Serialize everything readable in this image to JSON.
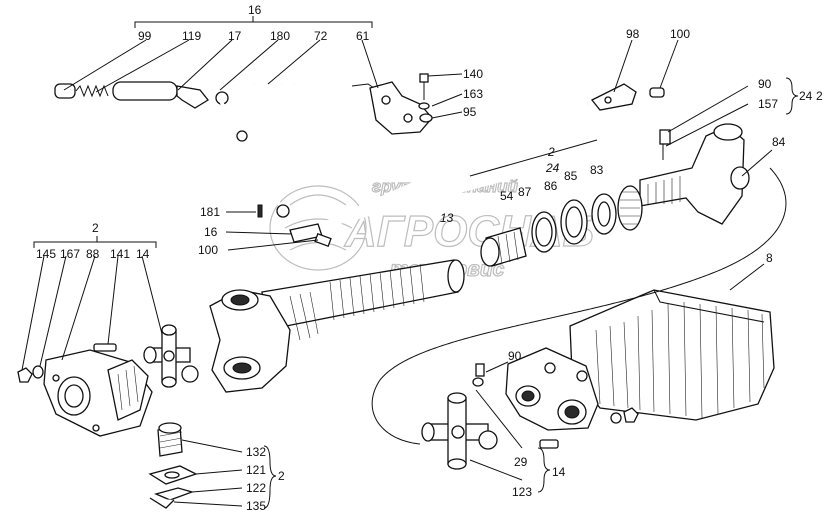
{
  "watermark": {
    "line1": "группа компаний",
    "line2": "АГРОСНАБ",
    "line3": "техсервис"
  },
  "labels": {
    "l16_top": "16",
    "l99": "99",
    "l119": "119",
    "l17": "17",
    "l180": "180",
    "l72": "72",
    "l61": "61",
    "l98": "98",
    "l100_top": "100",
    "l140": "140",
    "l163": "163",
    "l95": "95",
    "l90_top": "90",
    "l157": "157",
    "l24_brace": "24",
    "l2_brace": "2",
    "l84": "84",
    "l2_mid": "2",
    "l24_mid": "24",
    "l54": "54",
    "l87": "87",
    "l86": "86",
    "l85": "85",
    "l83": "83",
    "l181": "181",
    "l16_left": "16",
    "l100_left": "100",
    "l13": "13",
    "l2_left": "2",
    "l145": "145",
    "l167": "167",
    "l88": "88",
    "l141": "141",
    "l14_left": "14",
    "l8": "8",
    "l90_bot": "90",
    "l29": "29",
    "l123": "123",
    "l14_bot": "14",
    "l132": "132",
    "l121": "121",
    "l122": "122",
    "l135": "135",
    "l2_bot": "2"
  }
}
